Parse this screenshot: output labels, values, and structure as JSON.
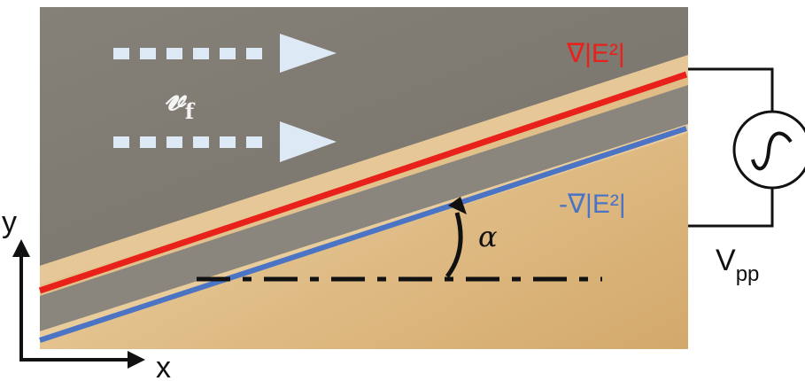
{
  "labels": {
    "velocity_symbol": "𝓋",
    "velocity_subscript": "f",
    "grad_positive": "∇|E²|",
    "grad_negative": "-∇|E²|",
    "angle": "α",
    "voltage_main": "V",
    "voltage_sub": "pp",
    "axis_y": "y",
    "axis_x": "x"
  },
  "colors": {
    "channel_gray": "#7e7a73",
    "gold_electrode": "#dcb77b",
    "grad_positive_line": "#e8221b",
    "grad_negative_line": "#4c74c4",
    "flow_arrow": "#dde9f5",
    "velocity_text": "#f4f4f4"
  },
  "icons": {
    "ac_source": "ac-voltage-source-icon"
  }
}
